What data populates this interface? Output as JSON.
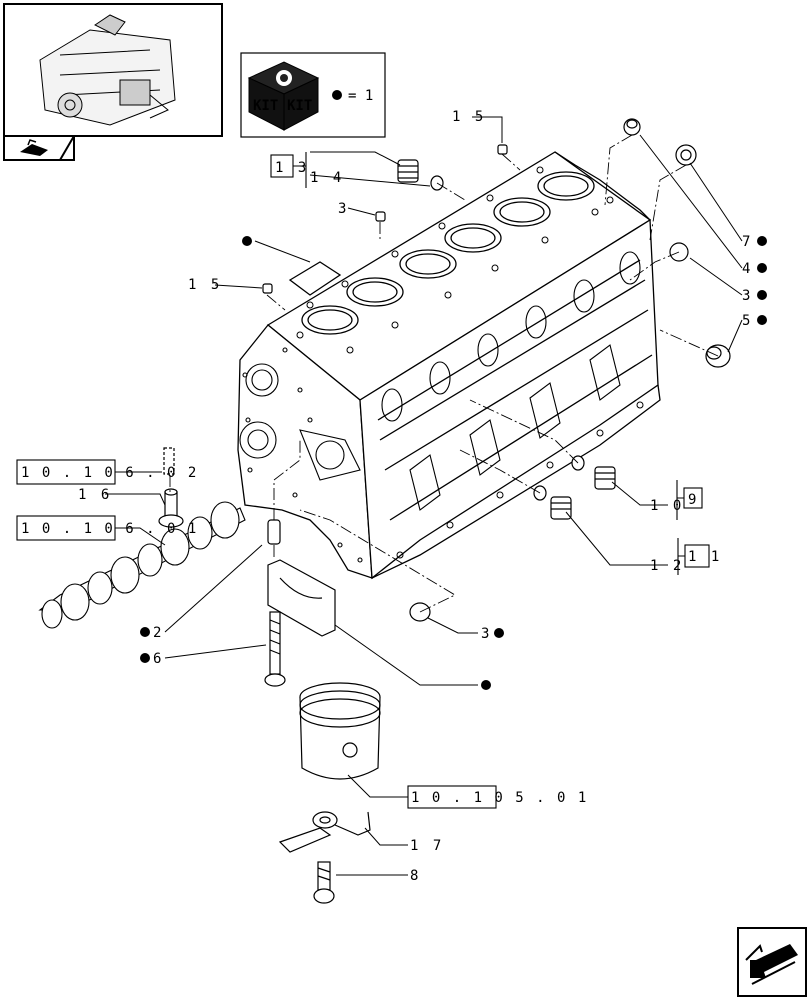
{
  "kit_legend": {
    "icon_label_left": "KIT",
    "icon_label_right": "KIT",
    "equals_text": "= 1"
  },
  "callouts": {
    "c15_top": "1 5",
    "c14": "1 4",
    "c13": "1 3",
    "c3_top": "3",
    "c15_left": "1 5",
    "c7": "7",
    "c4": "4",
    "c3_right": "3",
    "c5": "5",
    "c10": "1 0",
    "c9": "9",
    "c12": "1 2",
    "c11": "1 1",
    "c16": "1 6",
    "c2": "2",
    "c6": "6",
    "c3_bottom": "3",
    "c17": "1 7",
    "c8": "8"
  },
  "references": {
    "ref_10_106_02": "1 0 . 1 0 6 . 0 2",
    "ref_10_106_01": "1 0 . 1 0 6 . 0 1",
    "ref_10_105_01": "1 0 . 1 0 5 . 0 1"
  },
  "icons": {
    "thumbnail": "engine-thumbnail-icon",
    "kit": "kit-box-icon",
    "nav_back": "previous-page-arrow-icon",
    "nav_next": "next-page-arrow-icon"
  },
  "colors": {
    "line": "#000000",
    "background": "#ffffff"
  }
}
